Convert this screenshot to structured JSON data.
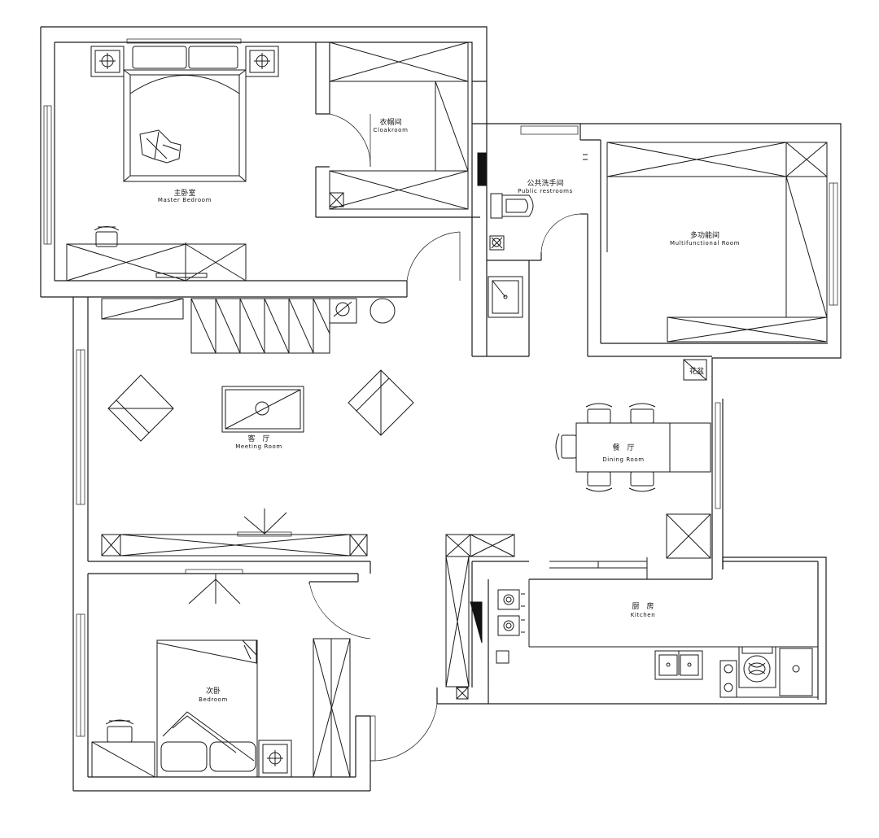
{
  "rooms": {
    "master_bedroom": {
      "zh": "主卧室",
      "en": "Master Bedroom"
    },
    "cloakroom": {
      "zh": "衣帽间",
      "en": "Cloakroom"
    },
    "public_restroom": {
      "zh": "公共洗手间",
      "en": "Public restrooms"
    },
    "multifunctional_room": {
      "zh": "多功能间",
      "en": "Multifunctional Room"
    },
    "meeting_room": {
      "zh": "客　厅",
      "en": "Meeting Room"
    },
    "dining_room": {
      "zh": "餐　厅",
      "en": "Dining Room"
    },
    "kitchen": {
      "zh": "厨　房",
      "en": "Kitchen"
    },
    "bedroom": {
      "zh": "次卧",
      "en": "Bedroom"
    }
  },
  "labels": {
    "planter": "花盆"
  },
  "colors": {
    "line": "#1a1a1a",
    "background": "#ffffff"
  }
}
